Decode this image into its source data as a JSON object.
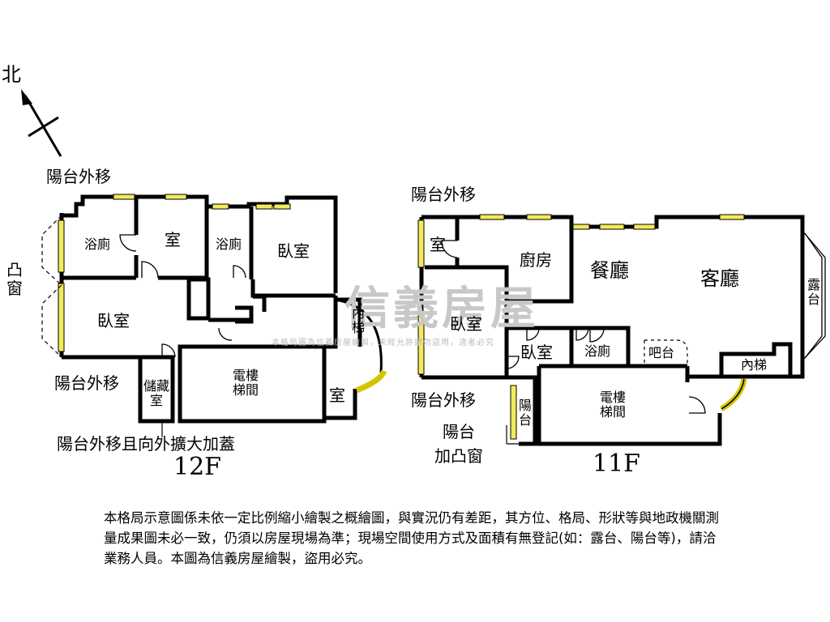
{
  "compass": {
    "label": "北"
  },
  "watermark": {
    "brand": "信義房屋",
    "notice": "本格局圖為信義房屋繪製，未經允許請勿盜用，違者必究"
  },
  "floor_12": {
    "label": "12F",
    "rooms": {
      "bath1": "浴廁",
      "room1": "室",
      "bath2": "浴廁",
      "bedroom1": "臥室",
      "bedroom2": "臥室",
      "elevator": "電樓\n梯間",
      "storage": "儲藏\n室",
      "inner_stair": "內\n梯",
      "room2": "室"
    },
    "annotations": {
      "balcony_top": "陽台外移",
      "bay_window": "凸\n窗",
      "balcony_bottom": "陽台外移",
      "balcony_expand": "陽台外移且向外擴大加蓋"
    }
  },
  "floor_11": {
    "label": "11F",
    "rooms": {
      "room1": "室",
      "kitchen": "廚房",
      "dining": "餐廳",
      "living": "客廳",
      "terrace": "露\n台",
      "bedroom1": "臥室",
      "bedroom2": "臥室",
      "bath": "浴廁",
      "bar": "吧台",
      "inner_stair": "內梯",
      "elevator": "電樓\n梯間",
      "balcony": "陽\n台"
    },
    "annotations": {
      "balcony_top": "陽台外移",
      "balcony_bottom": "陽台外移",
      "balcony_bay": "陽台\n加凸窗"
    }
  },
  "disclaimer": "本格局示意圖係未依一定比例縮小繪製之概繪圖，與實況仍有差距，其方位、格局、形狀等與地政機關測量成果圖未必一致，仍須以房屋現場為準；現場空間使用方式及面積有無登記(如：露台、陽台等)，請洽業務人員。本圖為信義房屋繪製，盜用必究。"
}
